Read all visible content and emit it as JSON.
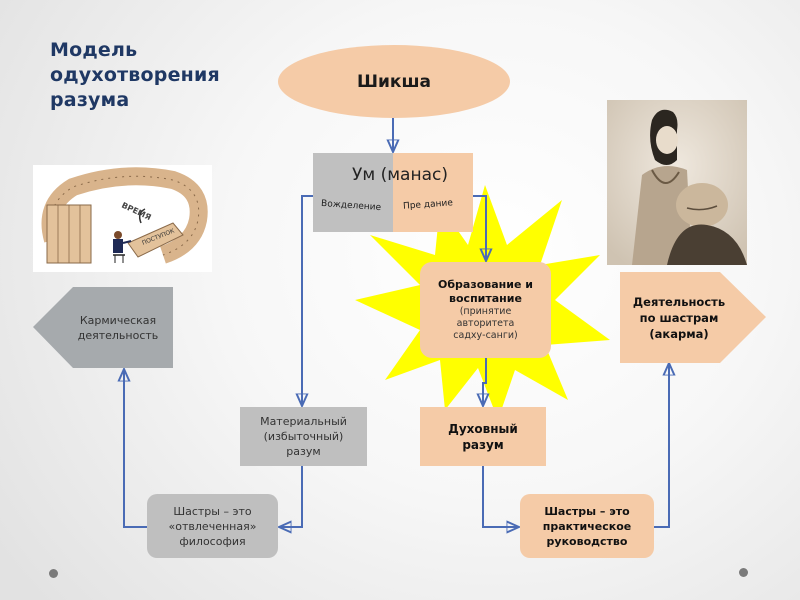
{
  "title": {
    "lines": [
      "Модель",
      "одухотворения",
      "разума"
    ],
    "color": "#1f3864"
  },
  "colors": {
    "peach": "#f5cba7",
    "gray": "#bfbfbf",
    "connector": "#4a6bb5",
    "burst": "#ffff00"
  },
  "nodes": {
    "shiksha": "Шикша",
    "mind": {
      "title": "Ум (манас)",
      "left_label": "Вожделение",
      "right_label": "Пре дание"
    },
    "education": {
      "title_line1": "Образование и",
      "title_line2": "воспитание",
      "sub_line1": "(принятие",
      "sub_line2": "авторитета",
      "sub_line3": "садху-санги)"
    },
    "karmic": {
      "line1": "Кармическая",
      "line2": "деятельность"
    },
    "activity": {
      "line1": "Деятельность",
      "line2": "по шастрам",
      "line3": "(акарма)"
    },
    "material": {
      "line1": "Материальный",
      "line2": "(избыточный)",
      "line3": "разум"
    },
    "spiritual": {
      "line1": "Духовный",
      "line2": "разум"
    },
    "shastra_abstract": {
      "line1": "Шастры – это",
      "line2": "«отвлеченная»",
      "line3": "философия"
    },
    "shastra_practical": {
      "line1": "Шастры – это",
      "line2": "практическое",
      "line3": "руководство"
    }
  },
  "images": {
    "domino": {
      "alt": "domino circle illustration",
      "labels": [
        "ВРЕМЯ",
        "ПОСТУПОК"
      ]
    },
    "photo": {
      "alt": "sepia portrait illustration"
    }
  }
}
